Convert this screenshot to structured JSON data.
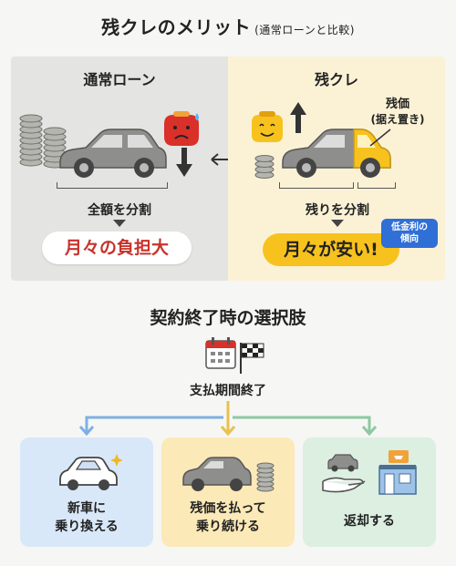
{
  "title": "残クレのメリット",
  "subtitle": "(通常ローンと比較)",
  "left": {
    "heading": "通常ローン",
    "split_label": "全額を分割",
    "result": "月々の負担大"
  },
  "right": {
    "heading": "残クレ",
    "residual_label_1": "残価",
    "residual_label_2": "(据え置き)",
    "split_label": "残りを分割",
    "result": "月々が安い!",
    "badge_line1": "低金利の",
    "badge_line2": "傾向"
  },
  "section2_title": "契約終了時の選択肢",
  "contract_end_label": "支払期間終了",
  "options": [
    {
      "line1": "新車に",
      "line2": "乗り換える"
    },
    {
      "line1": "残価を払って",
      "line2": "乗り続ける"
    },
    {
      "line1": "返却する",
      "line2": ""
    }
  ],
  "colors": {
    "red_accent": "#c8322c",
    "yellow_accent": "#f7c21d",
    "blue_badge": "#2f6fd6",
    "option_blue": "#d9e8f8",
    "option_yellow": "#fbe9b8",
    "option_green": "#dcefe1"
  },
  "icons": [
    "coin-stack-icon",
    "car-icon",
    "sad-wallet-icon",
    "happy-wallet-icon",
    "arrow-up-icon",
    "arrow-down-icon",
    "double-arrow-icon",
    "calendar-icon",
    "checkered-flag-icon",
    "sparkle-car-icon",
    "shop-icon",
    "hand-car-icon"
  ]
}
